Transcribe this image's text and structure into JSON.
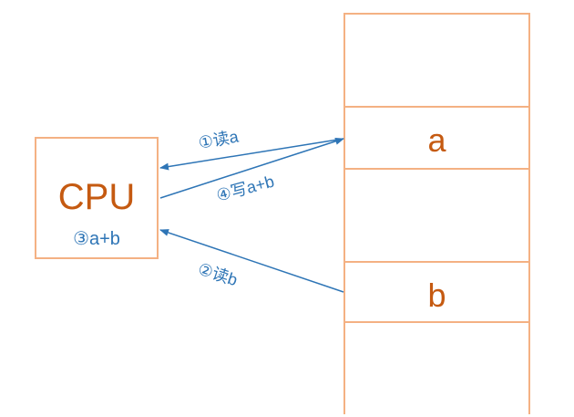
{
  "cpu": {
    "title": "CPU",
    "operation": "③a+b"
  },
  "memory": {
    "cells": [
      {
        "label": ""
      },
      {
        "label": "a"
      },
      {
        "label": ""
      },
      {
        "label": "b"
      },
      {
        "label": ""
      }
    ]
  },
  "arrows": [
    {
      "label": "①读a"
    },
    {
      "label": "④写a+b"
    },
    {
      "label": "②读b"
    }
  ],
  "colors": {
    "box_border": "#f4b183",
    "box_text": "#c55a11",
    "arrow": "#2e75b6"
  }
}
